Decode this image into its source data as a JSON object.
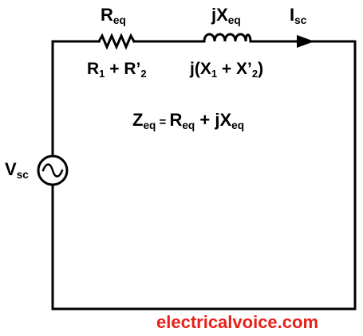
{
  "labels": {
    "req_symbol": "R",
    "req_sub": "eq",
    "req_expr_r1": "R",
    "req_expr_r1_sub": "1",
    "req_expr_plus": " + R’",
    "req_expr_r2_sub": "2",
    "jxeq_symbol": "jX",
    "jxeq_sub": "eq",
    "jxeq_expr_prefix": "j(X",
    "jxeq_expr_x1_sub": "1",
    "jxeq_expr_plus": " + X’",
    "jxeq_expr_x2_sub": "2",
    "jxeq_expr_close": ")",
    "isc_symbol": "I",
    "isc_sub": "sc",
    "vsc_symbol": "V",
    "vsc_sub": "sc",
    "zeq_z": "Z",
    "zeq_z_sub": "eq",
    "zeq_equals": " = ",
    "zeq_r": "R",
    "zeq_r_sub": "eq",
    "zeq_plus": " + jX",
    "zeq_x_sub": "eq"
  },
  "watermark": {
    "text": "electricalvoice.com",
    "color": "#e8201a"
  },
  "colors": {
    "wire": "#000000",
    "background": "#ffffff"
  }
}
